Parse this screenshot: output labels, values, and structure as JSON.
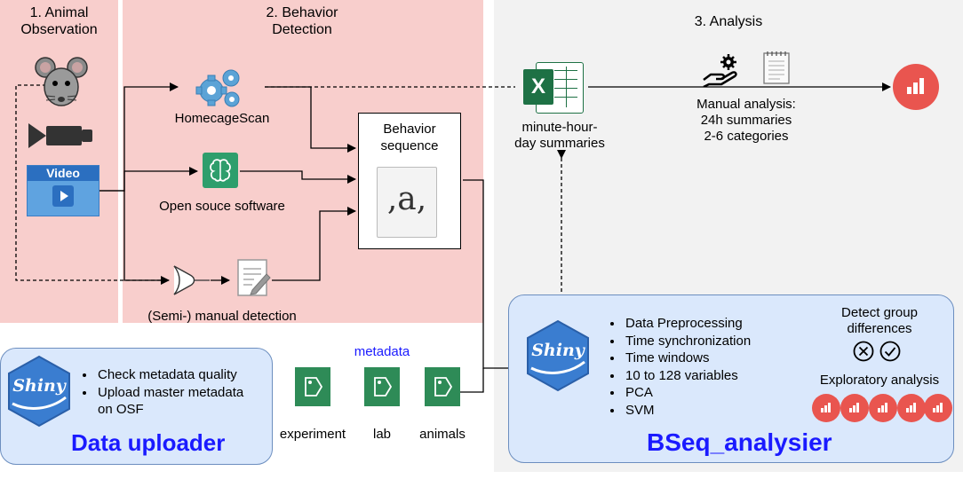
{
  "sections": {
    "step1_title": "1. Animal\nObservation",
    "step2_title": "2. Behavior\nDetection",
    "step3_title": "3. Analysis"
  },
  "inputs": {
    "video_label": "Video"
  },
  "detection": {
    "homecagescan": "HomecageScan",
    "open_source": "Open souce software",
    "manual": "(Semi-) manual detection"
  },
  "sequence": {
    "title": "Behavior\nsequence",
    "glyph": ",a,"
  },
  "excel": {
    "letter": "X",
    "label": "minute-hour-\nday summaries"
  },
  "manual_analysis": {
    "text": "Manual analysis:\n24h summaries\n2-6 categories"
  },
  "uploader": {
    "logo": "Shiny",
    "bullets": [
      "Check metadata quality",
      "Upload master metadata\non OSF"
    ],
    "title": "Data uploader"
  },
  "metadata": {
    "title": "metadata",
    "items": [
      "experiment",
      "lab",
      "animals"
    ]
  },
  "analyser": {
    "logo": "Shiny",
    "bullets": [
      "Data Preprocessing",
      "Time synchronization",
      "Time windows",
      "10 to 128 variables",
      "PCA",
      "SVM"
    ],
    "detect_title": "Detect group\ndifferences",
    "exploratory_title": "Exploratory analysis",
    "title": "BSeq_analysier"
  },
  "colors": {
    "pink_panel": "#f8cecc",
    "grey_panel": "#f2f2f2",
    "shiny_fill": "#dae8fc",
    "shiny_border": "#6c8ebf",
    "title_blue": "#1a1aff",
    "excel_green": "#1e7145",
    "red_icon": "#e9554f",
    "tag_green": "#2e8b57"
  },
  "icons": [
    "mouse-icon",
    "camera-icon",
    "video-icon",
    "gears-icon",
    "brain-chip-icon",
    "edit-document-icon",
    "gate-icon",
    "text-document-icon",
    "excel-icon",
    "hand-gear-icon",
    "notepad-icon",
    "chart-button-icon",
    "shiny-hex-icon",
    "tag-icon",
    "cross-icon",
    "check-icon"
  ]
}
